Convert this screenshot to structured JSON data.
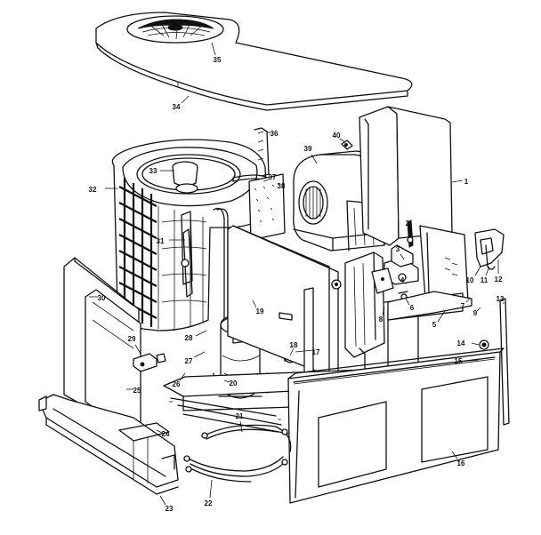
{
  "diagram": {
    "callouts": [
      "1",
      "2",
      "3",
      "4",
      "5",
      "6",
      "7",
      "8",
      "9",
      "10",
      "11",
      "12",
      "13",
      "14",
      "15",
      "16",
      "17",
      "18",
      "19",
      "20",
      "21",
      "22",
      "23",
      "24",
      "25",
      "26",
      "27",
      "28",
      "29",
      "30",
      "31",
      "32",
      "33",
      "34",
      "35",
      "36",
      "37",
      "38",
      "39",
      "40"
    ]
  }
}
